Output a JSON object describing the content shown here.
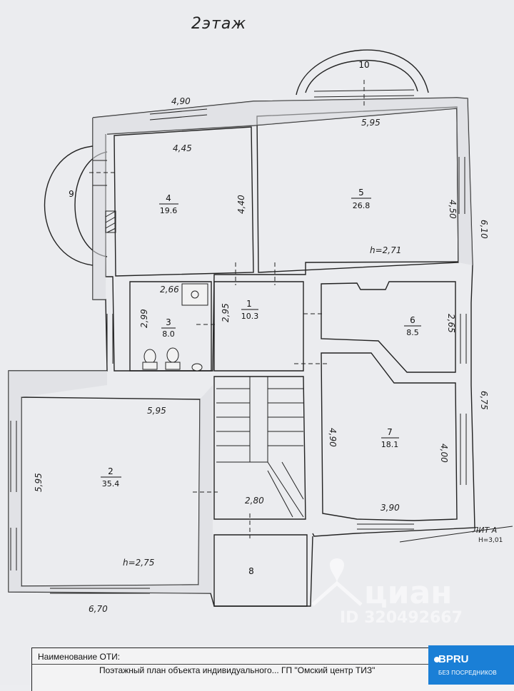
{
  "floor_title": "2этаж",
  "lit": "ЛИТ А",
  "lit_height": "Н=3,01",
  "rooms": [
    {
      "number": "1",
      "area": "10.3"
    },
    {
      "number": "2",
      "area": "35.4"
    },
    {
      "number": "3",
      "area": "8.0"
    },
    {
      "number": "4",
      "area": "19.6"
    },
    {
      "number": "5",
      "area": "26.8"
    },
    {
      "number": "6",
      "area": "8.5"
    },
    {
      "number": "7",
      "area": "18.1"
    },
    {
      "number": "8",
      "area": ""
    },
    {
      "number": "9",
      "area": ""
    },
    {
      "number": "10",
      "area": ""
    }
  ],
  "dimensions": {
    "top_left_wall": "4,90",
    "bay10": "5,95",
    "room4_width": "4,45",
    "room4_depth": "4,40",
    "room5_depth": "4,50",
    "right_upper": "6,10",
    "room5_height": "h=2,71",
    "room3_width": "2,66",
    "room3_depth": "2,99",
    "room1_depth": "2,95",
    "room6_depth": "2,65",
    "right_lower": "6,75",
    "room2_width": "5,95",
    "room2_depth": "5,95",
    "room7_left": "4,90",
    "room7_right": "4,00",
    "stair_width": "2,80",
    "room7_width": "3,90",
    "room2_height": "h=2,75",
    "bottom_left": "6,70"
  },
  "watermark": {
    "brand": "циан",
    "id": "ID 320492667"
  },
  "stamp": {
    "label": "Наименование ОТИ:",
    "value": "Поэтажный план объекта индивидуального... ГП \"Омский центр ТИЗ\""
  },
  "badge": {
    "logo": "BPRU",
    "tagline": "БЕЗ ПОСРЕДНИКОВ",
    "color": "#1a7fd6"
  }
}
